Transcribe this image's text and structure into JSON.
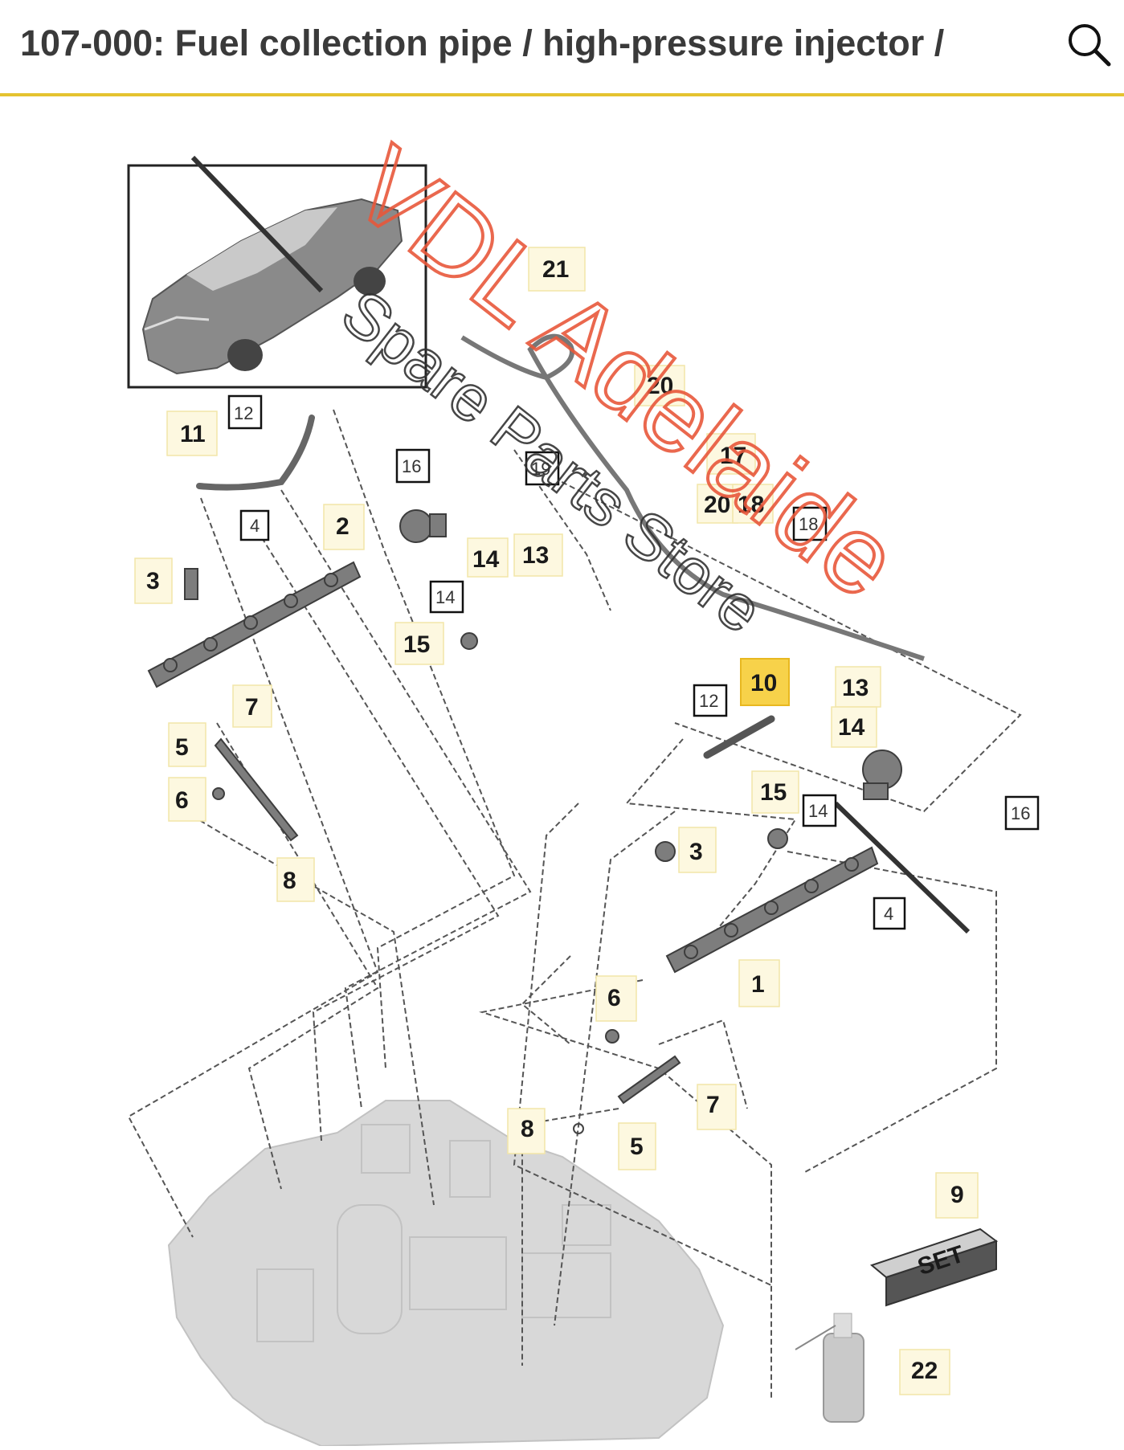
{
  "header": {
    "title": "107-000: Fuel collection pipe / high-pressure injector /",
    "search_icon": "search-icon",
    "accent_color": "#e5c330"
  },
  "watermark": {
    "line1": "VDL Adelaide",
    "line2": "Spare Parts Store",
    "color": "#e8583b"
  },
  "callouts": {
    "c1": "1",
    "c2": "2",
    "c3a": "3",
    "c3b": "3",
    "c4a": "4",
    "c4b": "4",
    "c5a": "5",
    "c5b": "5",
    "c6a": "6",
    "c6b": "6",
    "c7a": "7",
    "c7b": "7",
    "c8a": "8",
    "c8b": "8",
    "c9": "9",
    "c10": "10",
    "c11": "11",
    "c12a": "12",
    "c12b": "12",
    "c13a": "13",
    "c13b": "13",
    "c14a": "14",
    "c14b": "14",
    "c14c": "14",
    "c14d": "14",
    "c15a": "15",
    "c15b": "15",
    "c16a": "16",
    "c16b": "16",
    "c17": "17",
    "c18a": "18",
    "c18b": "18",
    "c19": "19",
    "c20a": "20",
    "c20b": "20",
    "c21": "21",
    "c22": "22"
  },
  "set_box_label": "SET",
  "highlighted_part": "10"
}
